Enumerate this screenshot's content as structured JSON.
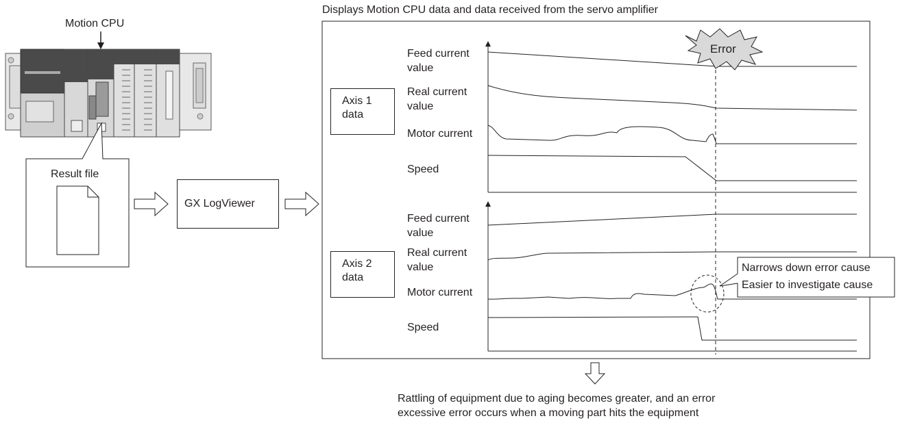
{
  "header": "Displays Motion CPU data and data received from the servo amplifier",
  "motion_cpu_label": "Motion CPU",
  "result_file_label": "Result file",
  "logviewer_label": "GX LogViewer",
  "error_label": "Error",
  "axis1": {
    "box_line1": "Axis 1",
    "box_line2": "data",
    "signals": {
      "feed_line1": "Feed current",
      "feed_line2": "value",
      "real_line1": "Real current",
      "real_line2": "value",
      "motor": "Motor current",
      "speed": "Speed"
    }
  },
  "axis2": {
    "box_line1": "Axis 2",
    "box_line2": "data",
    "signals": {
      "feed_line1": "Feed current",
      "feed_line2": "value",
      "real_line1": "Real current",
      "real_line2": "value",
      "motor": "Motor current",
      "speed": "Speed"
    }
  },
  "callout": {
    "line1": "Narrows down error cause",
    "line2": "Easier to investigate cause"
  },
  "conclusion": {
    "line1": "Rattling of equipment due to aging becomes greater, and an error",
    "line2": "excessive error occurs when a moving part hits the equipment"
  }
}
